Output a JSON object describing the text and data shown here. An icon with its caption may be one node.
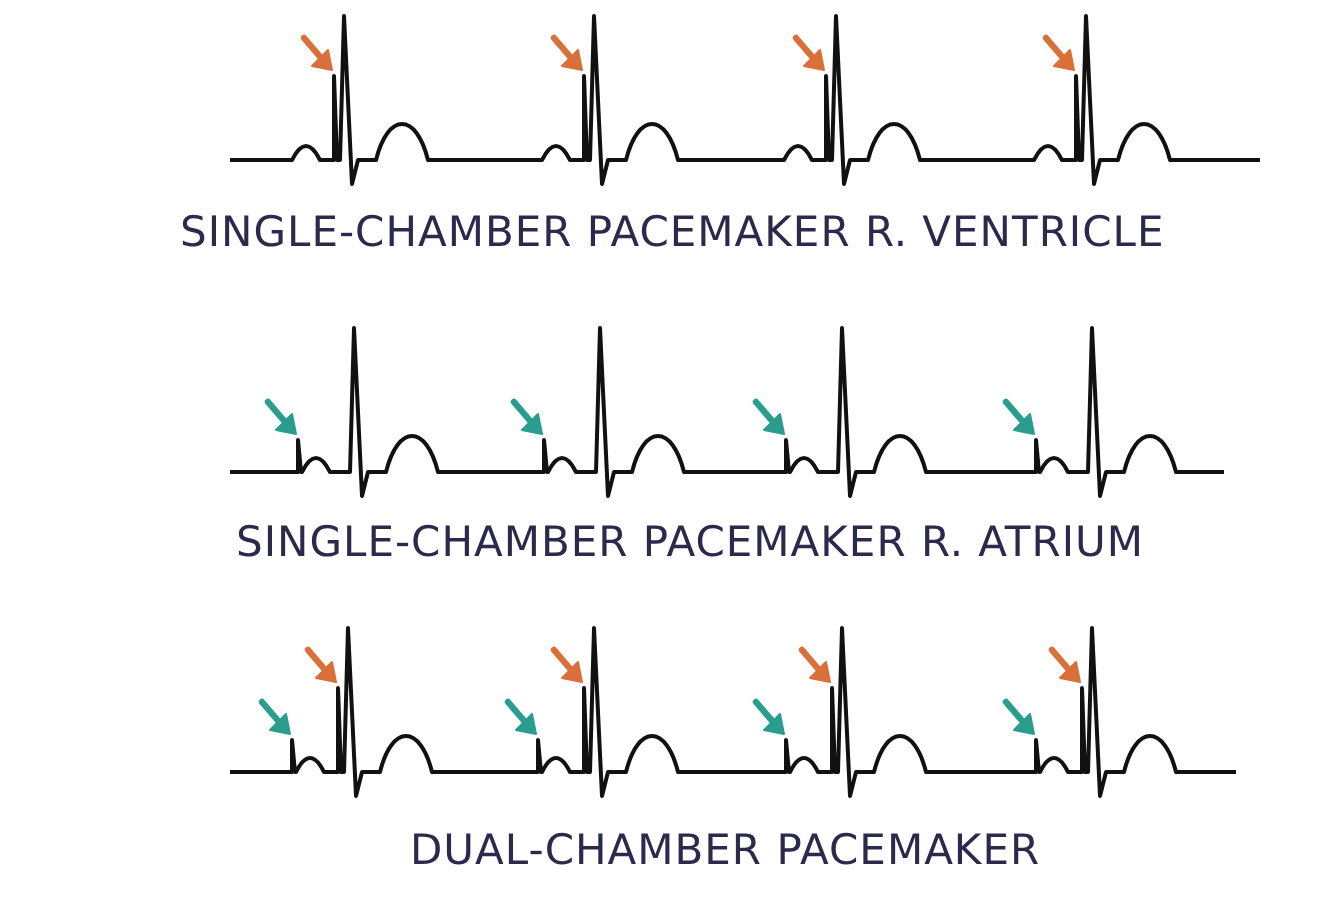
{
  "diagram": {
    "labels": [
      "SINGLE-CHAMBER PACEMAKER R. VENTRICLE",
      "SINGLE-CHAMBER PACEMAKER R. ATRIUM",
      "DUAL-CHAMBER PACEMAKER"
    ]
  }
}
